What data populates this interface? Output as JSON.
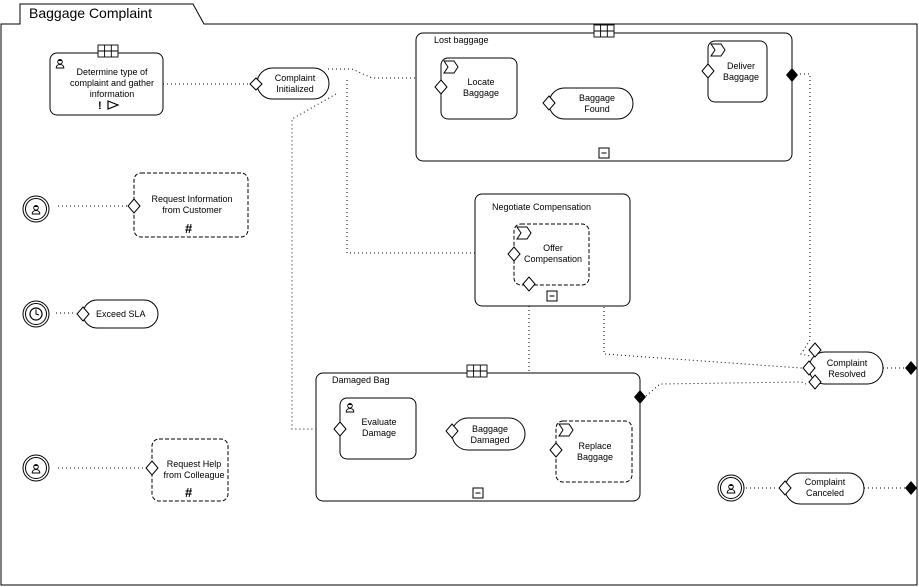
{
  "diagram": {
    "title": "Baggage Complaint",
    "subprocesses": {
      "lost_baggage": "Lost baggage",
      "negotiate": "Negotiate Compensation",
      "damaged_bag": "Damaged Bag"
    },
    "tasks": {
      "determine": "Determine type of complaint and gather information",
      "locate": "Locate Baggage",
      "deliver": "Deliver Baggage",
      "offer": "Offer Compensation",
      "request_info": "Request Information from Customer",
      "evaluate": "Evaluate Damage",
      "replace": "Replace Baggage",
      "request_help": "Request Help from Colleague"
    },
    "milestones": {
      "complaint_initialized": "Complaint Initialized",
      "baggage_found": "Baggage Found",
      "exceed_sla": "Exceed SLA",
      "baggage_damaged": "Baggage Damaged",
      "complaint_resolved": "Complaint Resolved",
      "complaint_canceled": "Complaint Canceled"
    }
  }
}
